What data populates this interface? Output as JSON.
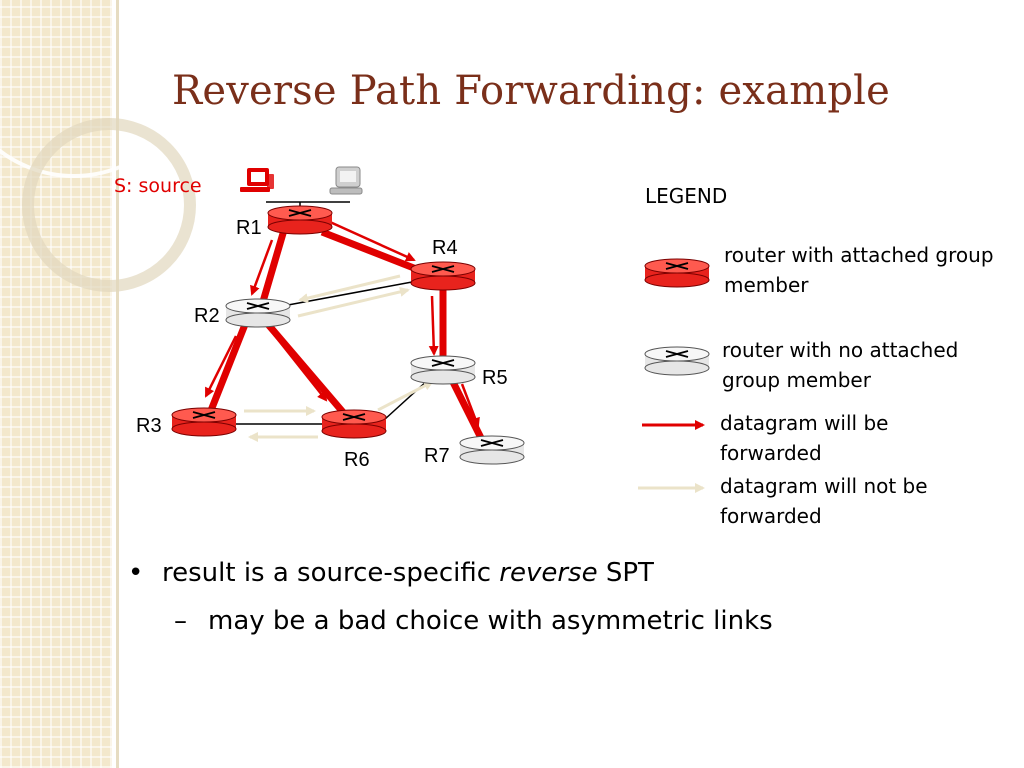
{
  "title": "Reverse Path Forwarding: example",
  "diagram": {
    "source_label": "S: source",
    "routers": [
      {
        "id": "R1",
        "type": "member"
      },
      {
        "id": "R2",
        "type": "no-member"
      },
      {
        "id": "R3",
        "type": "member"
      },
      {
        "id": "R4",
        "type": "member"
      },
      {
        "id": "R5",
        "type": "no-member"
      },
      {
        "id": "R6",
        "type": "member"
      },
      {
        "id": "R7",
        "type": "no-member"
      }
    ],
    "links": [
      [
        "R1",
        "R2"
      ],
      [
        "R1",
        "R4"
      ],
      [
        "R2",
        "R4"
      ],
      [
        "R2",
        "R3"
      ],
      [
        "R2",
        "R6"
      ],
      [
        "R3",
        "R6"
      ],
      [
        "R4",
        "R5"
      ],
      [
        "R5",
        "R6"
      ],
      [
        "R5",
        "R7"
      ]
    ],
    "forwarded": [
      [
        "R1",
        "R2"
      ],
      [
        "R1",
        "R4"
      ],
      [
        "R2",
        "R3"
      ],
      [
        "R2",
        "R6"
      ],
      [
        "R4",
        "R5"
      ],
      [
        "R5",
        "R7"
      ]
    ],
    "not_forwarded": [
      [
        "R4",
        "R2"
      ],
      [
        "R2",
        "R4"
      ],
      [
        "R3",
        "R6"
      ],
      [
        "R6",
        "R3"
      ],
      [
        "R6",
        "R5"
      ]
    ]
  },
  "legend": {
    "heading": "LEGEND",
    "member_router": "router with attached group member",
    "nonmember_router": "router with no attached group member",
    "forwarded": "datagram will be forwarded",
    "not_forwarded": "datagram will not be forwarded"
  },
  "colors": {
    "member": "#e8231d",
    "nonmember": "#e6e6e6",
    "forward_arrow": "#e00000",
    "noforward_arrow": "#ebe3c9",
    "title": "#7a2f1a"
  },
  "bullets": {
    "b1_prefix": "result is a source-specific ",
    "b1_em": "reverse",
    "b1_suffix": " SPT",
    "b2": "may be a bad choice with asymmetric links"
  }
}
